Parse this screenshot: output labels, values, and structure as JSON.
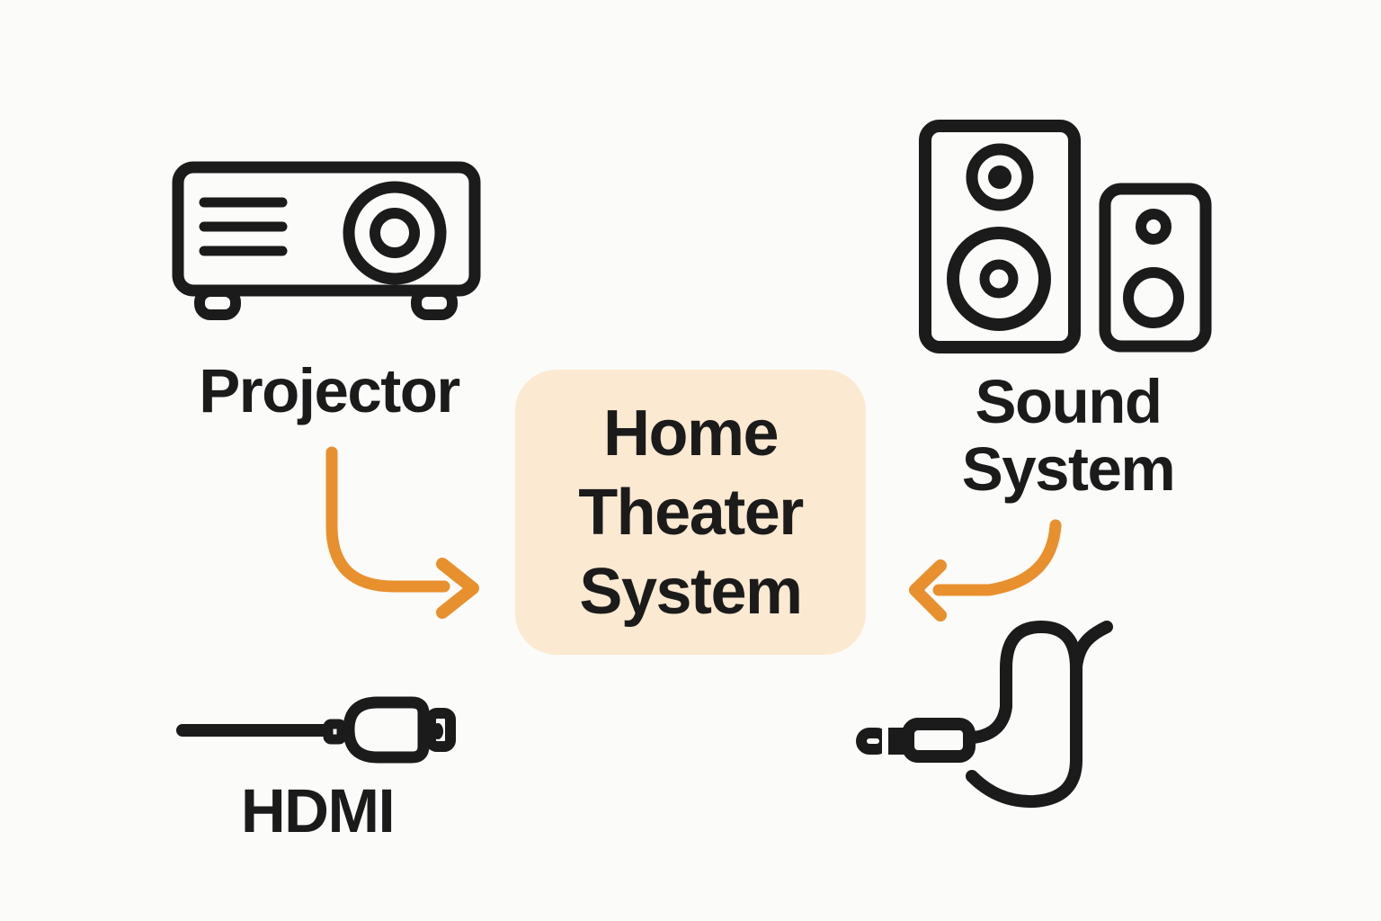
{
  "colors": {
    "background": "#FBFBF9",
    "ink": "#1B1B1B",
    "accent_orange": "#E8902E",
    "hub_fill": "#FBE9D1"
  },
  "hub": {
    "lines": [
      "Home",
      "Theater",
      "System"
    ]
  },
  "nodes": {
    "projector": {
      "label": "Projector",
      "icon": "projector-icon"
    },
    "sound_system": {
      "label_lines": [
        "Sound",
        "System"
      ],
      "icon": "speakers-icon"
    },
    "hdmi": {
      "label": "HDMI",
      "icon": "hdmi-cable-icon"
    },
    "audio_jack": {
      "icon": "audio-jack-icon"
    }
  },
  "connections": [
    {
      "from": "projector",
      "to": "hub",
      "arrow": "curved",
      "color": "#E8902E"
    },
    {
      "from": "sound_system",
      "to": "hub",
      "arrow": "curved",
      "color": "#E8902E"
    }
  ]
}
